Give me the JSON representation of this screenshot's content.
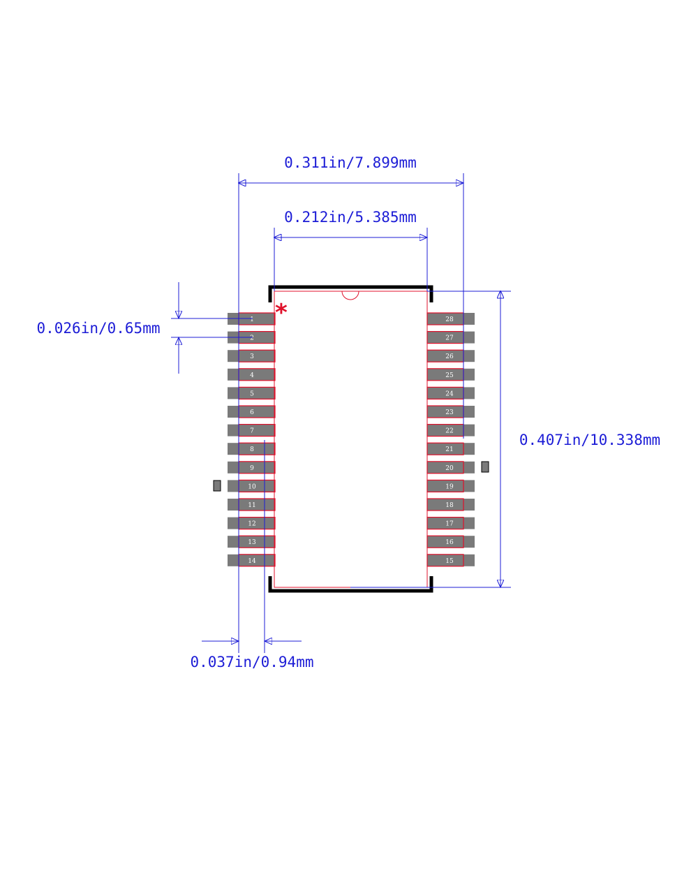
{
  "dimensions": {
    "overall_width": "0.311in/7.899mm",
    "body_width": "0.212in/5.385mm",
    "pitch": "0.026in/0.65mm",
    "body_length": "0.407in/10.338mm",
    "pad_length": "0.037in/0.94mm"
  },
  "pin1_marker": "*",
  "pins_left": [
    "1",
    "2",
    "3",
    "4",
    "5",
    "6",
    "7",
    "8",
    "9",
    "10",
    "11",
    "12",
    "13",
    "14"
  ],
  "pins_right": [
    "28",
    "27",
    "26",
    "25",
    "24",
    "23",
    "22",
    "21",
    "20",
    "19",
    "18",
    "17",
    "16",
    "15"
  ],
  "colors": {
    "dimension": "#1c1cd6",
    "pad": "#7a7a7a",
    "outline_red": "#e0112b",
    "silkscreen": "#000000"
  }
}
